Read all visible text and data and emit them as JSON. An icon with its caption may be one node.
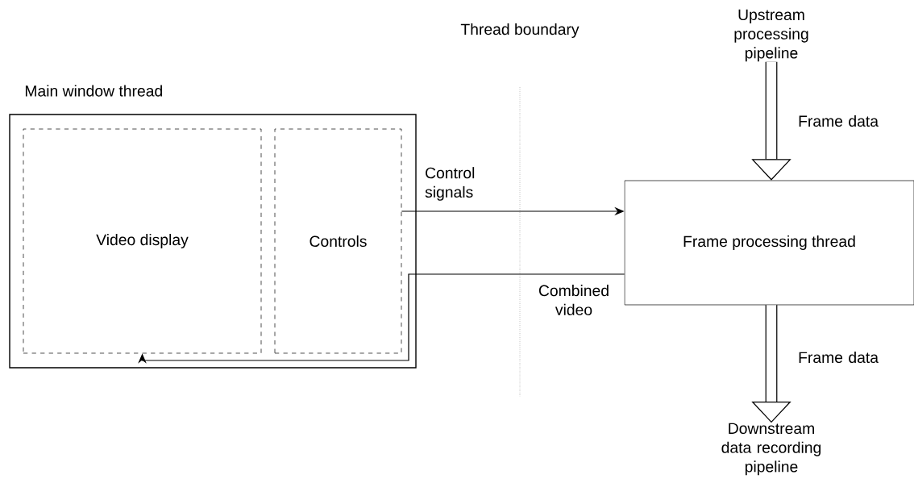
{
  "diagram": {
    "nodes": [
      {
        "text": [
          "Main window thread"
        ]
      },
      {
        "text": [
          "Video display"
        ],
        "in": 0
      },
      {
        "text": [
          "Controls"
        ],
        "in": 0
      },
      {
        "text": [
          "Frame processing thread"
        ]
      },
      {
        "text": [
          "Upstream processing pipeline"
        ]
      },
      {
        "text": [
          "Downstream data recording pipeline"
        ]
      }
    ],
    "edges": [
      {
        "from": 2,
        "to": 3,
        "arrow": "to",
        "label": "Control signals"
      },
      {
        "from": 3,
        "to": 1,
        "arrow": "to",
        "label": "Combined video"
      },
      {
        "from": 4,
        "to": 3,
        "arrow": "to",
        "label": "Frame data",
        "style": "thick"
      },
      {
        "from": 3,
        "to": 5,
        "arrow": "to",
        "label": "Frame data",
        "style": "thick"
      }
    ],
    "labels": [
      "Thread boundary"
    ]
  }
}
